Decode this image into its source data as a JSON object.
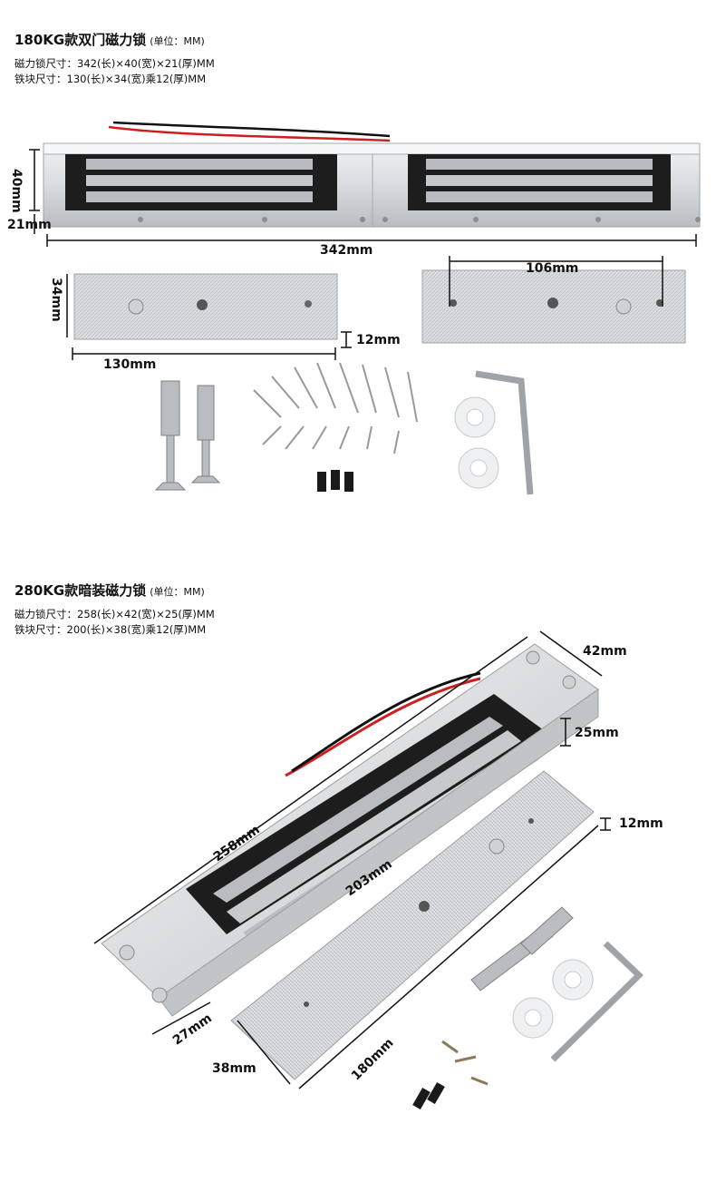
{
  "section1": {
    "title": "180KG款双门磁力锁",
    "unit": "(单位：MM)",
    "specs": [
      "磁力锁尺寸：342(长)×40(宽)×21(厚)MM",
      "铁块尺寸：130(长)×34(宽)乘12(厚)MM"
    ],
    "dims": {
      "lock_width": "40mm",
      "lock_thickness": "21mm",
      "lock_length": "342mm",
      "plate_width": "34mm",
      "plate_thickness": "12mm",
      "plate_length": "130mm",
      "hole_spacing": "106mm"
    }
  },
  "section2": {
    "title": "280KG款暗装磁力锁",
    "unit": "(单位：MM)",
    "specs": [
      "磁力锁尺寸：258(长)×42(宽)×25(厚)MM",
      "铁块尺寸：200(长)×38(宽)乘12(厚)MM"
    ],
    "dims": {
      "width": "42mm",
      "height": "25mm",
      "plate_thickness": "12mm",
      "length": "258mm",
      "inner_length": "203mm",
      "flange_width": "27mm",
      "plate_width": "38mm",
      "plate_length": "180mm"
    }
  },
  "colors": {
    "aluminum": "#d9dcdf",
    "aluminum_dark": "#a9adb1",
    "magnet": "#1d1d1d",
    "wire_red": "#cc1f1f",
    "wire_black": "#111111"
  }
}
